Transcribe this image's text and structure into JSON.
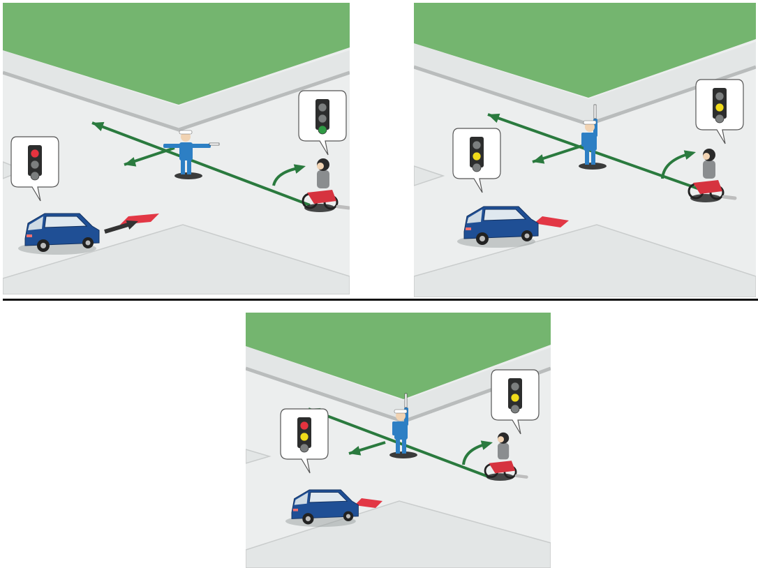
{
  "colors": {
    "grass": "#74b56f",
    "road": "#eceeee",
    "sidewalk": "#e3e6e6",
    "curb": "#b9bcbc",
    "route_arrow": "#2a7a3e",
    "car_body": "#1f4f95",
    "stop_line": "#e23745",
    "light_red": "#e5333f",
    "light_yellow": "#f0db1a",
    "light_green": "#2f9a44",
    "light_off": "#7c7f7f",
    "officer_uniform": "#2d7fc4",
    "divider": "#111111"
  },
  "panels": [
    {
      "id": "situation-1",
      "officer_pose": "arms-extended-sideways",
      "car_light": [
        "red",
        "off",
        "off"
      ],
      "moto_light": [
        "off",
        "off",
        "green"
      ],
      "car_has_movement_arrow": true
    },
    {
      "id": "situation-2",
      "officer_pose": "baton-raised",
      "car_light": [
        "off",
        "yellow",
        "off"
      ],
      "moto_light": [
        "off",
        "yellow",
        "off"
      ],
      "car_has_movement_arrow": false
    },
    {
      "id": "situation-3",
      "officer_pose": "baton-raised",
      "car_light": [
        "red",
        "yellow",
        "off"
      ],
      "moto_light": [
        "off",
        "yellow",
        "off"
      ],
      "car_has_movement_arrow": false
    }
  ],
  "icons": {
    "officer": "traffic-officer-icon",
    "car": "car-icon",
    "motorcycle": "motorcycle-icon",
    "traffic_light": "traffic-light-icon"
  }
}
